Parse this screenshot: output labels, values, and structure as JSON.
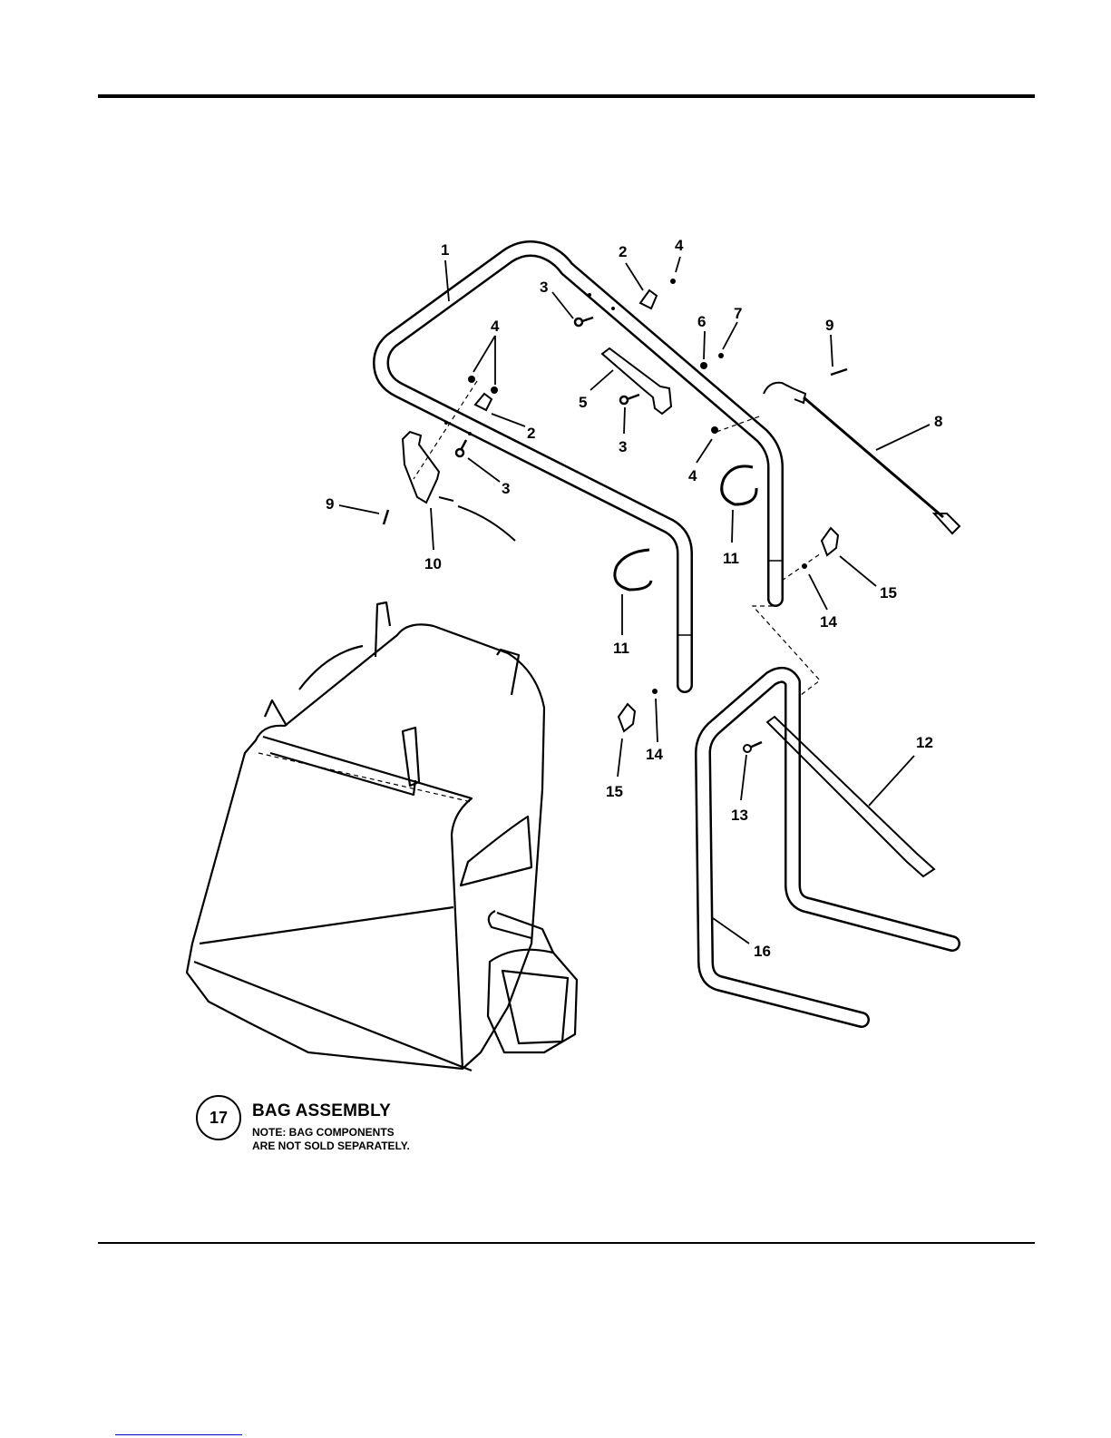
{
  "callouts": {
    "c1": "1",
    "c2a": "2",
    "c2b": "2",
    "c3a": "3",
    "c3b": "3",
    "c3c": "3",
    "c4a": "4",
    "c4b": "4",
    "c4c": "4",
    "c5": "5",
    "c6": "6",
    "c7": "7",
    "c8": "8",
    "c9a": "9",
    "c9b": "9",
    "c10": "10",
    "c11a": "11",
    "c11b": "11",
    "c12": "12",
    "c13": "13",
    "c14a": "14",
    "c14b": "14",
    "c15a": "15",
    "c15b": "15",
    "c16": "16"
  },
  "bag": {
    "number": "17",
    "title": "BAG ASSEMBLY",
    "note_line1": "NOTE: BAG COMPONENTS",
    "note_line2": "ARE NOT SOLD SEPARATELY."
  }
}
